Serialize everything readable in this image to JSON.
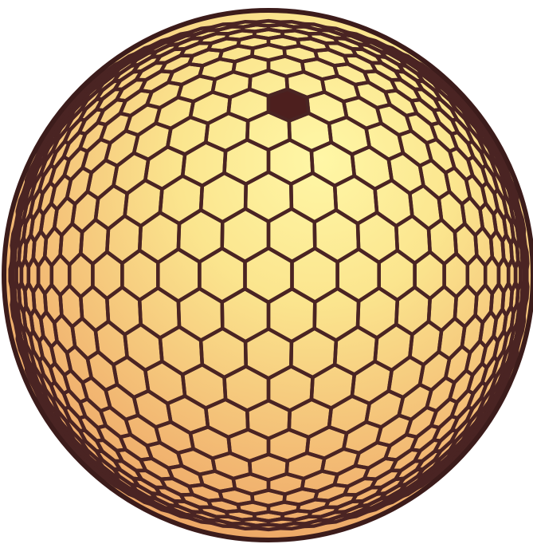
{
  "figure": {
    "kind": "hexagonal-tiled-sphere",
    "colors": {
      "background": "#ffffff",
      "highlight": "#fff7a6",
      "light": "#fbe58e",
      "mid": "#f2b772",
      "dark": "#e89a5c",
      "edge_shade": "#d98652",
      "grid_line": "#4a2423",
      "outline": "#3c1c1b",
      "marked_cell": "#4d1f1e"
    },
    "marked_cell": {
      "row": -5,
      "col": 0
    }
  }
}
